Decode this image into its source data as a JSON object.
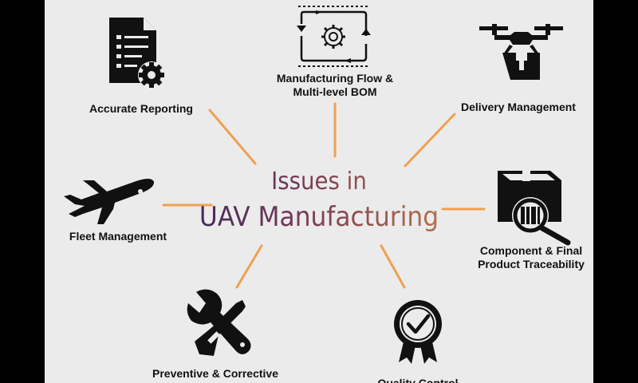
{
  "title": {
    "line1": "Issues in",
    "line2": "UAV Manufacturing"
  },
  "colors": {
    "connector": "#f0a050",
    "icon": "#111111",
    "title_start": "#3e2a5c",
    "title_end": "#b8744a"
  },
  "items": [
    {
      "id": "accurate-reporting",
      "icon": "document-gear-icon",
      "lines": [
        "Accurate Reporting"
      ]
    },
    {
      "id": "manufacturing-flow",
      "icon": "gear-cycle-icon",
      "lines": [
        "Manufacturing Flow &",
        "Multi-level BOM"
      ]
    },
    {
      "id": "delivery-management",
      "icon": "drone-package-icon",
      "lines": [
        "Delivery Management"
      ]
    },
    {
      "id": "fleet-management",
      "icon": "airplane-icon",
      "lines": [
        "Fleet Management"
      ]
    },
    {
      "id": "traceability",
      "icon": "box-magnifier-icon",
      "lines": [
        "Component & Final",
        "Product Traceability"
      ]
    },
    {
      "id": "maintenance",
      "icon": "wrench-icon",
      "lines": [
        "Preventive & Corrective"
      ]
    },
    {
      "id": "quality-control",
      "icon": "badge-check-icon",
      "lines": [
        "Quality Control"
      ]
    }
  ]
}
